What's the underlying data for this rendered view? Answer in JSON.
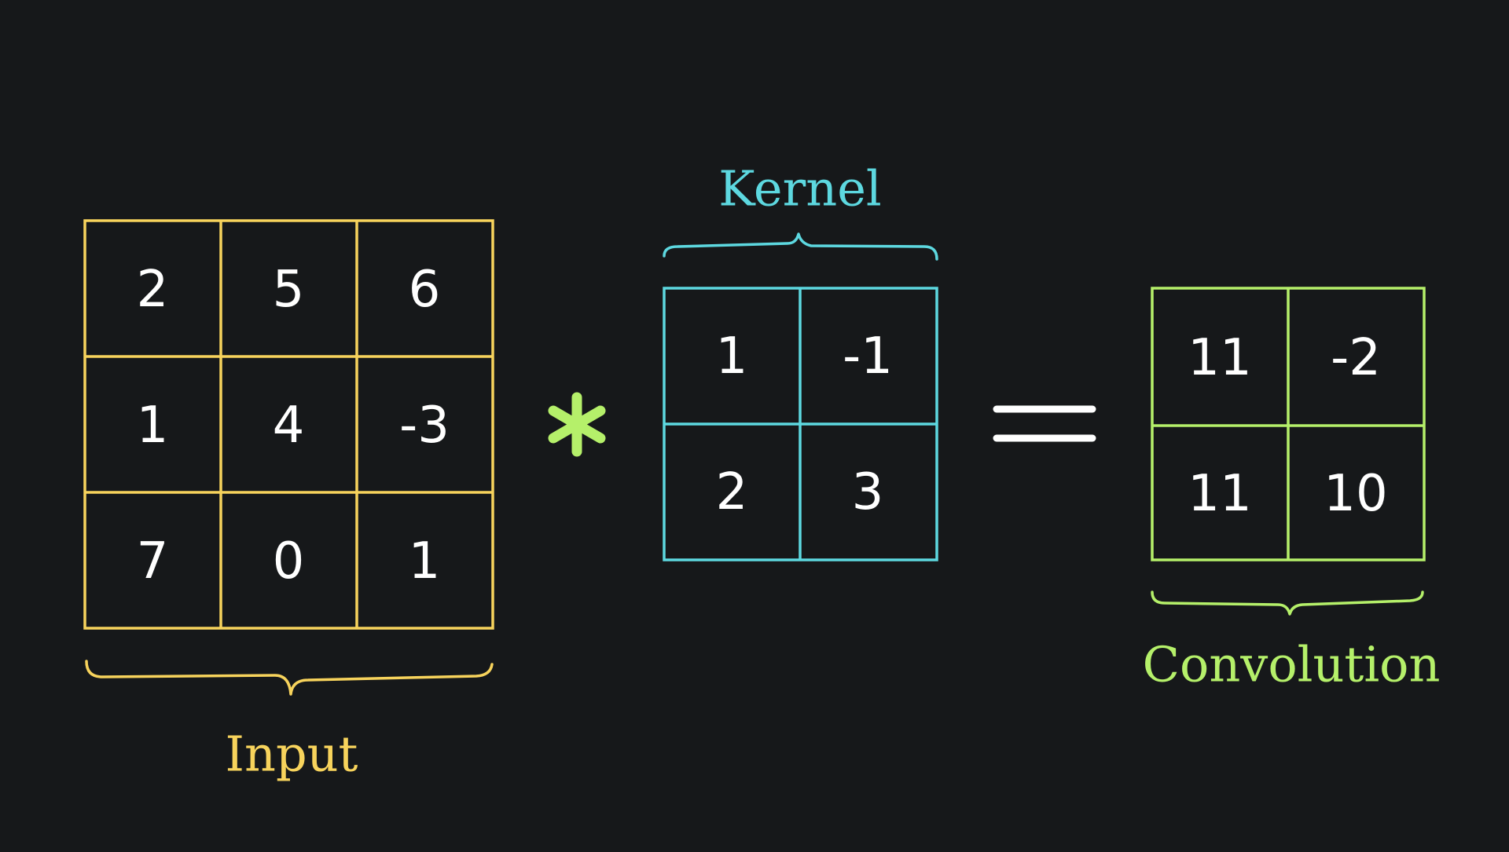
{
  "colors": {
    "background": "#16181a",
    "input": "#f7d35c",
    "kernel": "#5dd8e0",
    "output": "#b5f06a",
    "operator_star": "#b5f06a",
    "equals": "#ffffff",
    "cell_text": "#ffffff"
  },
  "input": {
    "label": "Input",
    "matrix": [
      [
        "2",
        "5",
        "6"
      ],
      [
        "1",
        "4",
        "-3"
      ],
      [
        "7",
        "0",
        "1"
      ]
    ]
  },
  "operator": {
    "symbol": "*"
  },
  "kernel": {
    "label": "Kernel",
    "matrix": [
      [
        "1",
        "-1"
      ],
      [
        "2",
        "3"
      ]
    ]
  },
  "equals": {
    "symbol": "="
  },
  "output": {
    "label": "Convolution",
    "matrix": [
      [
        "11",
        "-2"
      ],
      [
        "11",
        "10"
      ]
    ]
  }
}
